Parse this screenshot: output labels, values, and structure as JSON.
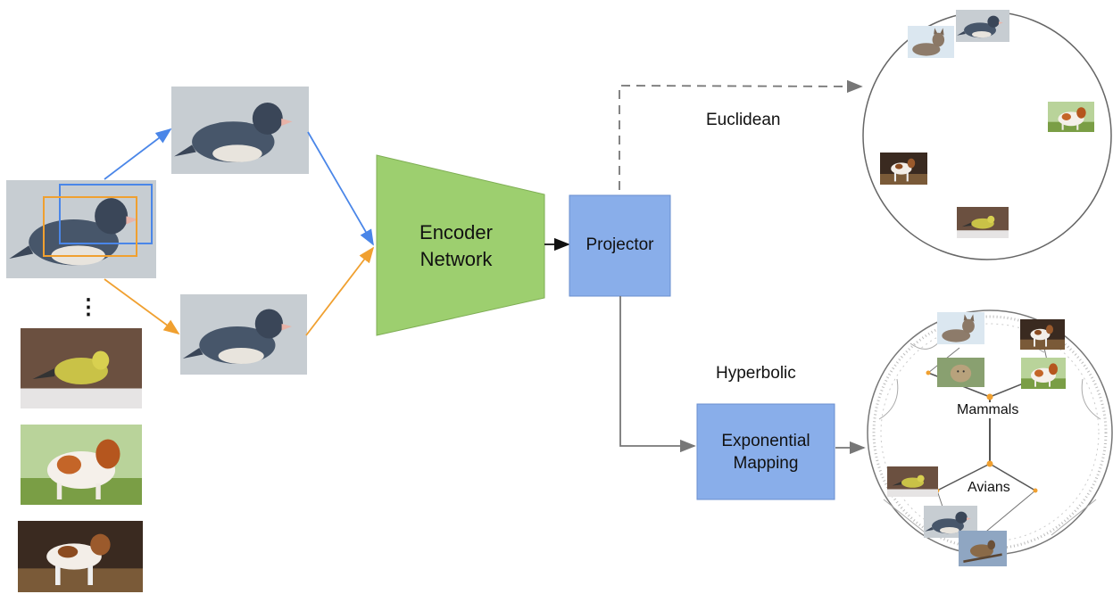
{
  "encoder": {
    "label_line1": "Encoder",
    "label_line2": "Network"
  },
  "projector": {
    "label": "Projector"
  },
  "exp_map": {
    "label_line1": "Exponential",
    "label_line2": "Mapping"
  },
  "euclidean": {
    "label": "Euclidean"
  },
  "hyperbolic": {
    "label": "Hyperbolic",
    "mammals_label": "Mammals",
    "avians_label": "Avians"
  },
  "dataset": {
    "ellipsis": "⋮"
  },
  "colors": {
    "encoder_fill": "#9dcf6f",
    "box_fill": "#89aeea",
    "view_blue": "#4a86e8",
    "view_orange": "#f0a030",
    "node": "#f0a030"
  },
  "icons": [
    "junco-bird-photo",
    "goldfinch-photo",
    "spaniel-dog-photo",
    "beagle-dog-photo",
    "cat-photo",
    "lynx-photo",
    "sparrow-photo"
  ]
}
